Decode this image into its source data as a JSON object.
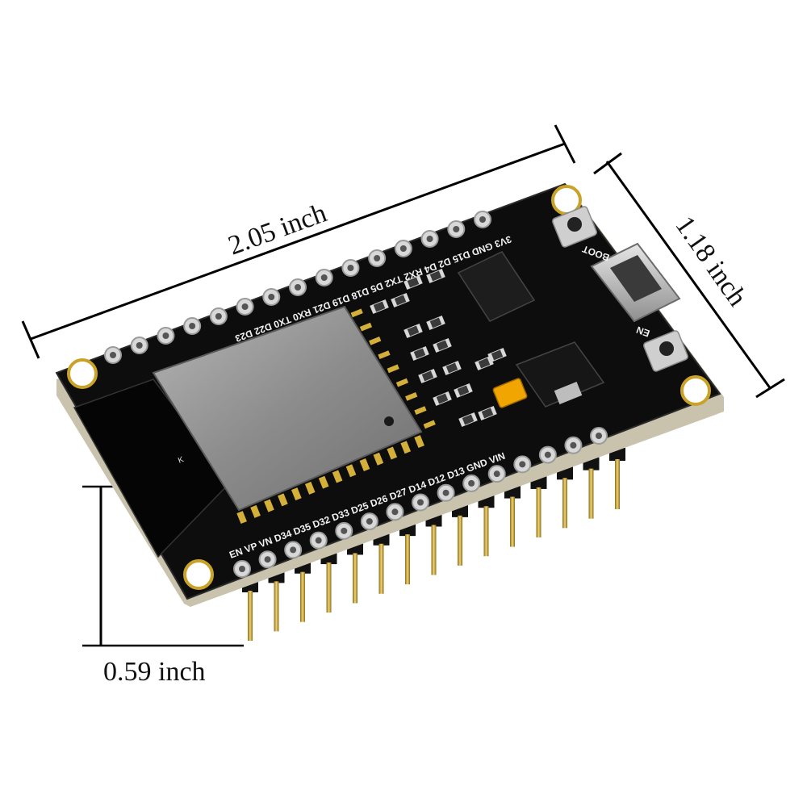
{
  "dimensions": {
    "length_label": "2.05 inch",
    "width_label": "1.18 inch",
    "height_label": "0.59 inch"
  },
  "board": {
    "top_pin_labels": "3V3 GND D15  D2  D4  RX2 TX2 D5  D18 D19 D21 RX0 TX0 D22 D23",
    "bottom_pin_labels": "EN  VP  VN  D34 D35 D32 D33 D25 D26 D27 D14 D12 D13 GND VIN",
    "boot_button_label": "BOOT",
    "en_button_label": "EN",
    "module_marking": "K"
  },
  "colors": {
    "pcb": "#0d0d0d",
    "pcb_edge": "#c9c3ad",
    "shield": "#9a9a9a",
    "header_pin": "#c9a227",
    "dimension_line": "#000000"
  }
}
